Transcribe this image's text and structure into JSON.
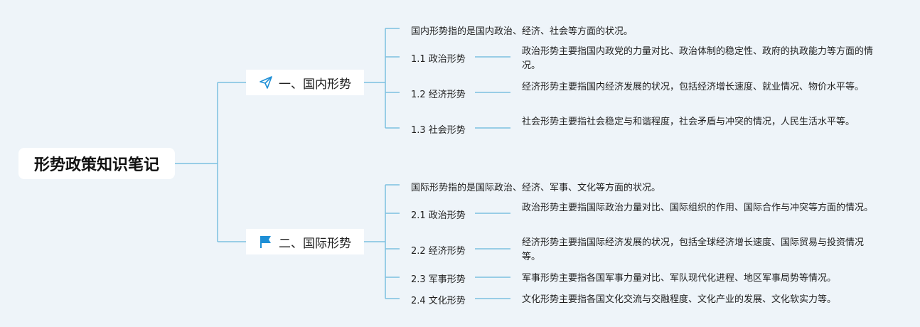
{
  "root": {
    "title": "形势政策知识笔记"
  },
  "branches": [
    {
      "title": "一、国内形势",
      "icon": "paper-plane-icon",
      "intro": "国内形势指的是国内政治、经济、社会等方面的状况。",
      "children": [
        {
          "label": "1.1 政治形势",
          "desc": "政治形势主要指国内政党的力量对比、政治体制的稳定性、政府的执政能力等方面的情况。"
        },
        {
          "label": "1.2 经济形势",
          "desc": "经济形势主要指国内经济发展的状况，包括经济增长速度、就业情况、物价水平等。"
        },
        {
          "label": "1.3 社会形势",
          "desc": "社会形势主要指社会稳定与和谐程度，社会矛盾与冲突的情况，人民生活水平等。"
        }
      ]
    },
    {
      "title": "二、国际形势",
      "icon": "flag-icon",
      "intro": "国际形势指的是国际政治、经济、军事、文化等方面的状况。",
      "children": [
        {
          "label": "2.1 政治形势",
          "desc": "政治形势主要指国际政治力量对比、国际组织的作用、国际合作与冲突等方面的情况。"
        },
        {
          "label": "2.2 经济形势",
          "desc": "经济形势主要指国际经济发展的状况，包括全球经济增长速度、国际贸易与投资情况等。"
        },
        {
          "label": "2.3 军事形势",
          "desc": "军事形势主要指各国军事力量对比、军队现代化进程、地区军事局势等情况。"
        },
        {
          "label": "2.4 文化形势",
          "desc": "文化形势主要指各国文化交流与交融程度、文化产业的发展、文化软实力等。"
        }
      ]
    }
  ],
  "colors": {
    "line": "#7cc0e0",
    "accent": "#1e8fd6",
    "background": "#eef4f9"
  }
}
